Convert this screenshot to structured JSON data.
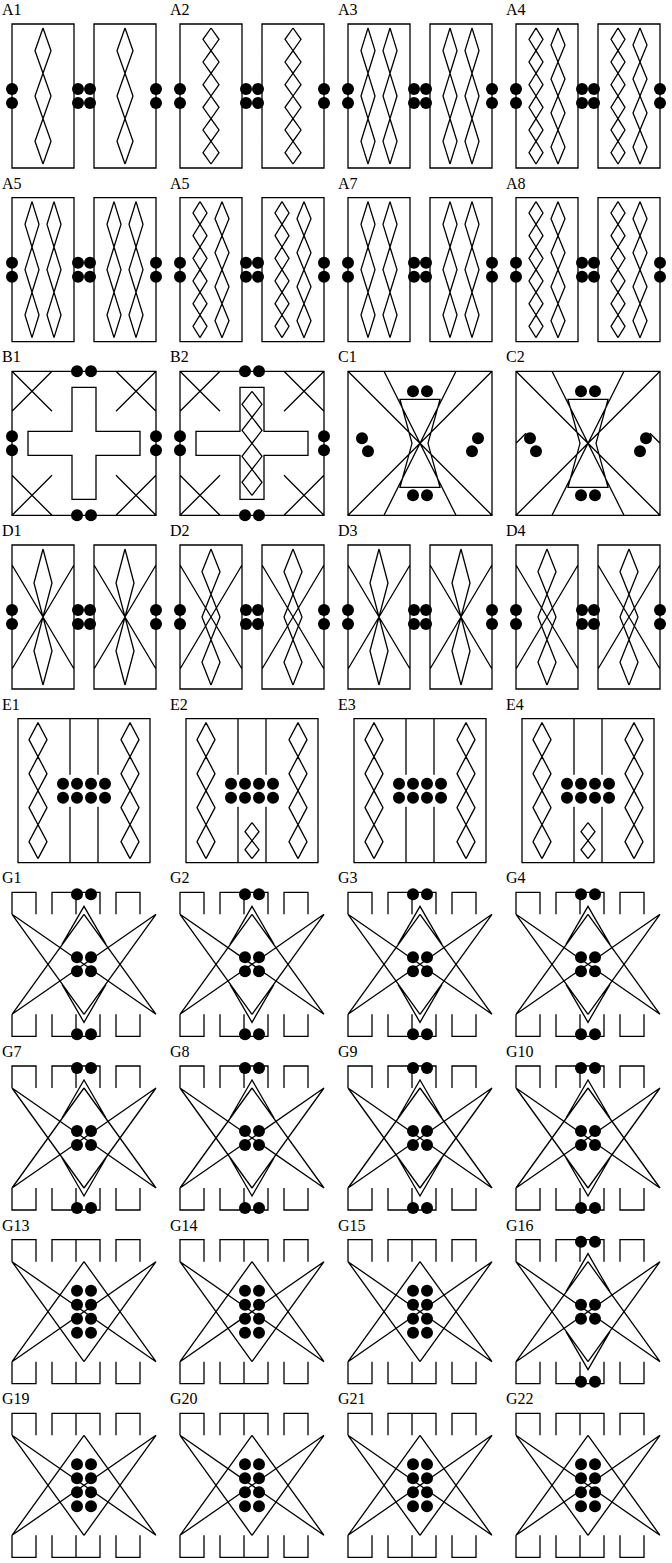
{
  "diagram": {
    "labels": [
      "A1",
      "A2",
      "A3",
      "A4",
      "A5",
      "A5",
      "A7",
      "A8",
      "B1",
      "B2",
      "C1",
      "C2",
      "D1",
      "D2",
      "D3",
      "D4",
      "E1",
      "E2",
      "E3",
      "E4",
      "G1",
      "G2",
      "G3",
      "G4",
      "G7",
      "G8",
      "G9",
      "G10",
      "G13",
      "G14",
      "G15",
      "G16",
      "G19",
      "G20",
      "G21",
      "G22"
    ]
  }
}
